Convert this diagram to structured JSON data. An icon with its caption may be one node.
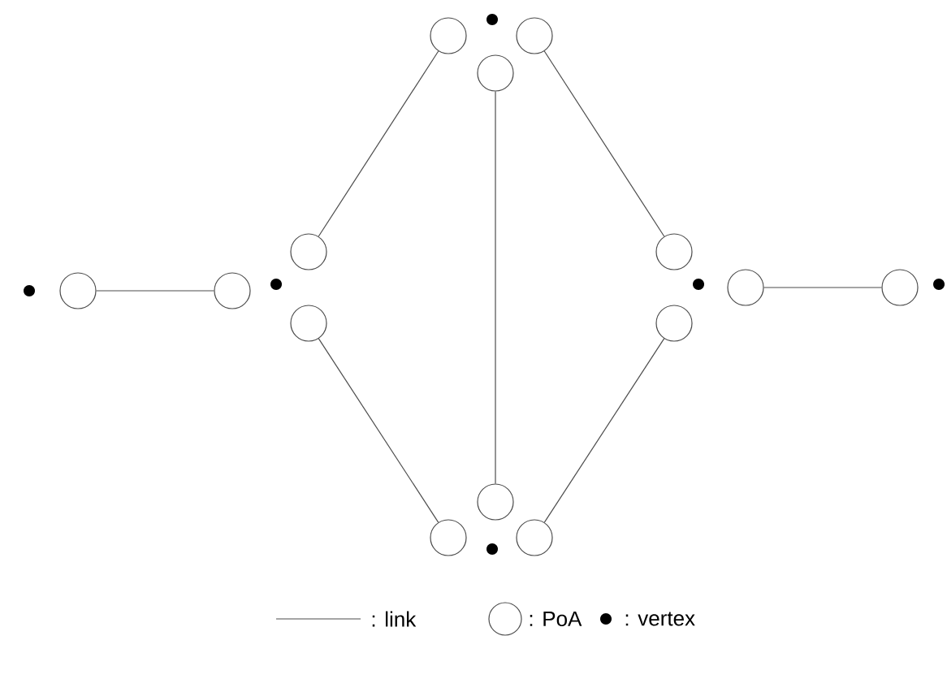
{
  "diagram": {
    "nodes": [
      {
        "text": [],
        "shape": "dot"
      },
      {
        "text": [],
        "shape": "circle"
      },
      {
        "text": [],
        "shape": "circle"
      },
      {
        "text": [],
        "shape": "dot"
      },
      {
        "text": [],
        "shape": "circle"
      },
      {
        "text": [],
        "shape": "circle"
      },
      {
        "text": [],
        "shape": "circle"
      },
      {
        "text": [],
        "shape": "dot"
      },
      {
        "text": [],
        "shape": "circle"
      },
      {
        "text": [],
        "shape": "circle"
      },
      {
        "text": [],
        "shape": "circle"
      },
      {
        "text": [],
        "shape": "circle"
      },
      {
        "text": [],
        "shape": "dot"
      },
      {
        "text": [],
        "shape": "circle"
      },
      {
        "text": [],
        "shape": "circle"
      },
      {
        "text": [],
        "shape": "circle"
      },
      {
        "text": [],
        "shape": "dot"
      },
      {
        "text": [],
        "shape": "circle"
      },
      {
        "text": [],
        "shape": "circle"
      },
      {
        "text": [],
        "shape": "dot"
      }
    ],
    "edges": [
      {
        "from": 1,
        "to": 2,
        "arrow": "none"
      },
      {
        "from": 4,
        "to": 6,
        "arrow": "none"
      },
      {
        "from": 5,
        "to": 11,
        "arrow": "none"
      },
      {
        "from": 8,
        "to": 10,
        "arrow": "none"
      },
      {
        "from": 9,
        "to": 14,
        "arrow": "none"
      },
      {
        "from": 13,
        "to": 15,
        "arrow": "none"
      },
      {
        "from": 17,
        "to": 18,
        "arrow": "none"
      }
    ],
    "legend": [
      {
        "text": ": link"
      },
      {
        "text": ": PoA"
      },
      {
        "text": ": vertex"
      }
    ]
  }
}
